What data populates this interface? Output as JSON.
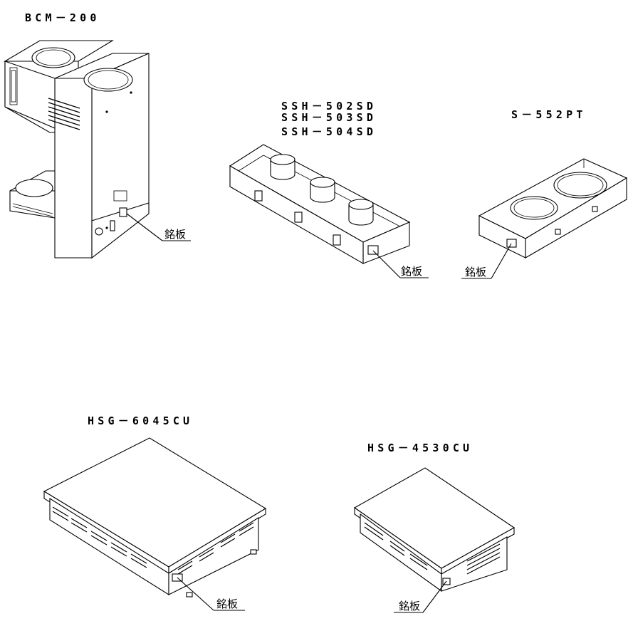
{
  "models": {
    "bcm": "BCM－200",
    "ssh": [
      "SSH－502SD",
      "SSH－503SD",
      "SSH－504SD"
    ],
    "s552": "S－552PT",
    "hsg6045": "HSG－6045CU",
    "hsg4530": "HSG－4530CU"
  },
  "nameplate_label": "銘板"
}
